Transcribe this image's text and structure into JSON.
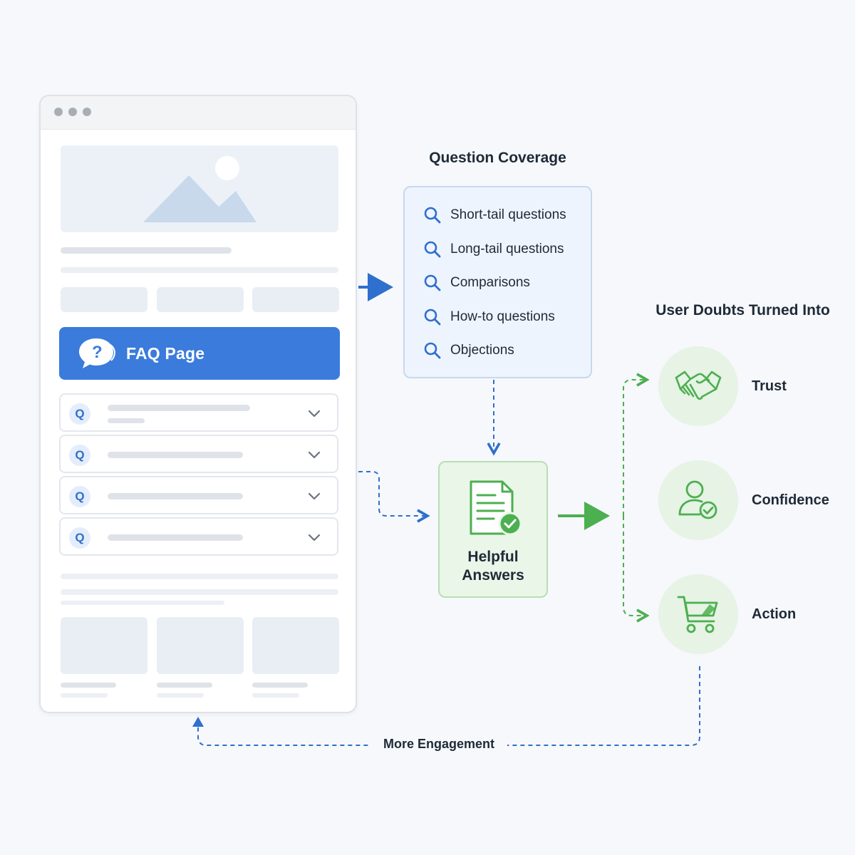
{
  "faq_page": {
    "title": "FAQ Page",
    "question_badges": [
      "Q",
      "Q",
      "Q",
      "Q"
    ]
  },
  "question_coverage": {
    "title": "Question Coverage",
    "items": [
      "Short-tail questions",
      "Long-tail questions",
      "Comparisons",
      "How-to questions",
      "Objections"
    ]
  },
  "helpful_answers": {
    "line1": "Helpful",
    "line2": "Answers"
  },
  "user_doubts": {
    "title": "User Doubts Turned Into",
    "outcomes": [
      {
        "label": "Trust",
        "icon": "handshake-icon"
      },
      {
        "label": "Confidence",
        "icon": "user-check-icon"
      },
      {
        "label": "Action",
        "icon": "shopping-cart-icon"
      }
    ]
  },
  "loop_label": "More Engagement",
  "colors": {
    "blue": "#3a7bdc",
    "green": "#4caf50",
    "text": "#1f2a37"
  }
}
